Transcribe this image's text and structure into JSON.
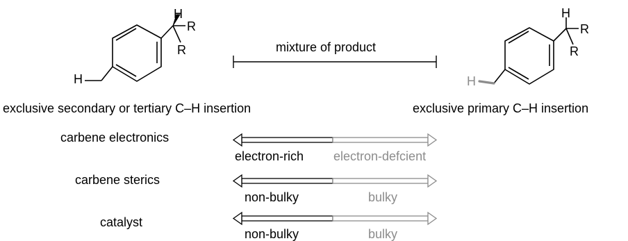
{
  "scale": {
    "label": "mixture of product"
  },
  "left_molecule": {
    "atom_h_top": "H",
    "atom_r1": "R",
    "atom_r2": "R",
    "atom_h_left": "H",
    "caption": "exclusive secondary or tertiary C–H insertion"
  },
  "right_molecule": {
    "atom_h_top": "H",
    "atom_r1": "R",
    "atom_r2": "R",
    "atom_h_left": "H",
    "caption": "exclusive primary C–H insertion"
  },
  "factors": [
    {
      "label": "carbene electronics",
      "left_label": "electron-rich",
      "right_label": "electron-defcient"
    },
    {
      "label": "carbene sterics",
      "left_label": "non-bulky",
      "right_label": "bulky"
    },
    {
      "label": "catalyst",
      "left_label": "non-bulky",
      "right_label": "bulky"
    }
  ],
  "colors": {
    "black": "#000000",
    "gray": "#8c8c8c"
  }
}
